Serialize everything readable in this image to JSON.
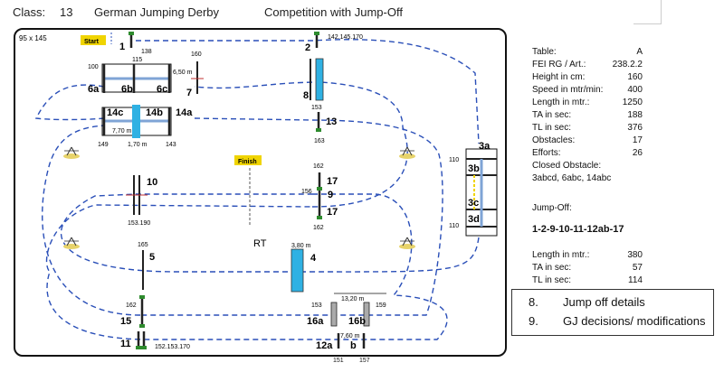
{
  "header": {
    "class_label": "Class:",
    "class_number": "13",
    "competition_name": "German Jumping Derby",
    "competition_type": "Competition with Jump-Off"
  },
  "arena": {
    "size": "95 x 145",
    "start_label": "Start",
    "finish_label": "Finish",
    "rt_label": "RT",
    "path_color": "#2a4fb8",
    "water_color": "#2fb1e3",
    "start_marker_color": "#f0d400"
  },
  "obstacles": {
    "o1": "1",
    "o2": "2",
    "o3a": "3a",
    "o3b": "3b",
    "o3c": "3c",
    "o3d": "3d",
    "o4": "4",
    "o5": "5",
    "o6a": "6a",
    "o6b": "6b",
    "o6c": "6c",
    "o7": "7",
    "o8": "8",
    "o9": "9",
    "o10": "10",
    "o11": "11",
    "o12a": "12a",
    "o12b": "b",
    "o13": "13",
    "o14a": "14a",
    "o14b": "14b",
    "o14c": "14c",
    "o15": "15",
    "o16a": "16a",
    "o16b": "16b",
    "o17a": "17",
    "o17b": "17"
  },
  "measures": {
    "m1": "138",
    "m2": "142.145.170",
    "m6_115": "115",
    "m6_100": "100",
    "m6_dist": "6,50 m",
    "m7": "160",
    "m8": "153",
    "m13": "163",
    "m14_dist": "7,70 m",
    "m14_149": "149",
    "m14_width": "1,70 m",
    "m14_143": "143",
    "m17_162a": "162",
    "m9": "156",
    "m17_162b": "162",
    "m10": "153.190",
    "m3_110a": "110",
    "m3_110b": "110",
    "m4_width": "3,80 m",
    "m5": "165",
    "m15": "162",
    "m11": "152.153.170",
    "m16_dist": "13,20 m",
    "m16_153": "153",
    "m16_159": "159",
    "m12_dist": "7,60 m",
    "m12_151": "151",
    "m12_157": "157"
  },
  "table": {
    "rows": [
      {
        "label": "Table:",
        "value": "A"
      },
      {
        "label": "FEI RG / Art.:",
        "value": "238.2.2"
      },
      {
        "label": "Height in cm:",
        "value": "160"
      },
      {
        "label": "Speed in mtr/min:",
        "value": "400"
      },
      {
        "label": "Length in mtr.:",
        "value": "1250"
      },
      {
        "label": "TA in sec:",
        "value": "188"
      },
      {
        "label": "TL in sec:",
        "value": "376"
      },
      {
        "label": "Obstacles:",
        "value": "17"
      },
      {
        "label": "Efforts:",
        "value": "26"
      }
    ],
    "closed_label": "Closed Obstacle:",
    "closed_value": "3abcd, 6abc, 14abc",
    "jumpoff_label": "Jump-Off:",
    "jumpoff_sequence": "1-2-9-10-11-12ab-17",
    "jumpoff_rows": [
      {
        "label": "Length in mtr.:",
        "value": "380"
      },
      {
        "label": "TA in sec:",
        "value": "57"
      },
      {
        "label": "TL in sec:",
        "value": "114"
      }
    ]
  },
  "notes": [
    {
      "number": "8.",
      "text": "Jump off details"
    },
    {
      "number": "9.",
      "text": "GJ decisions/ modifications"
    }
  ]
}
